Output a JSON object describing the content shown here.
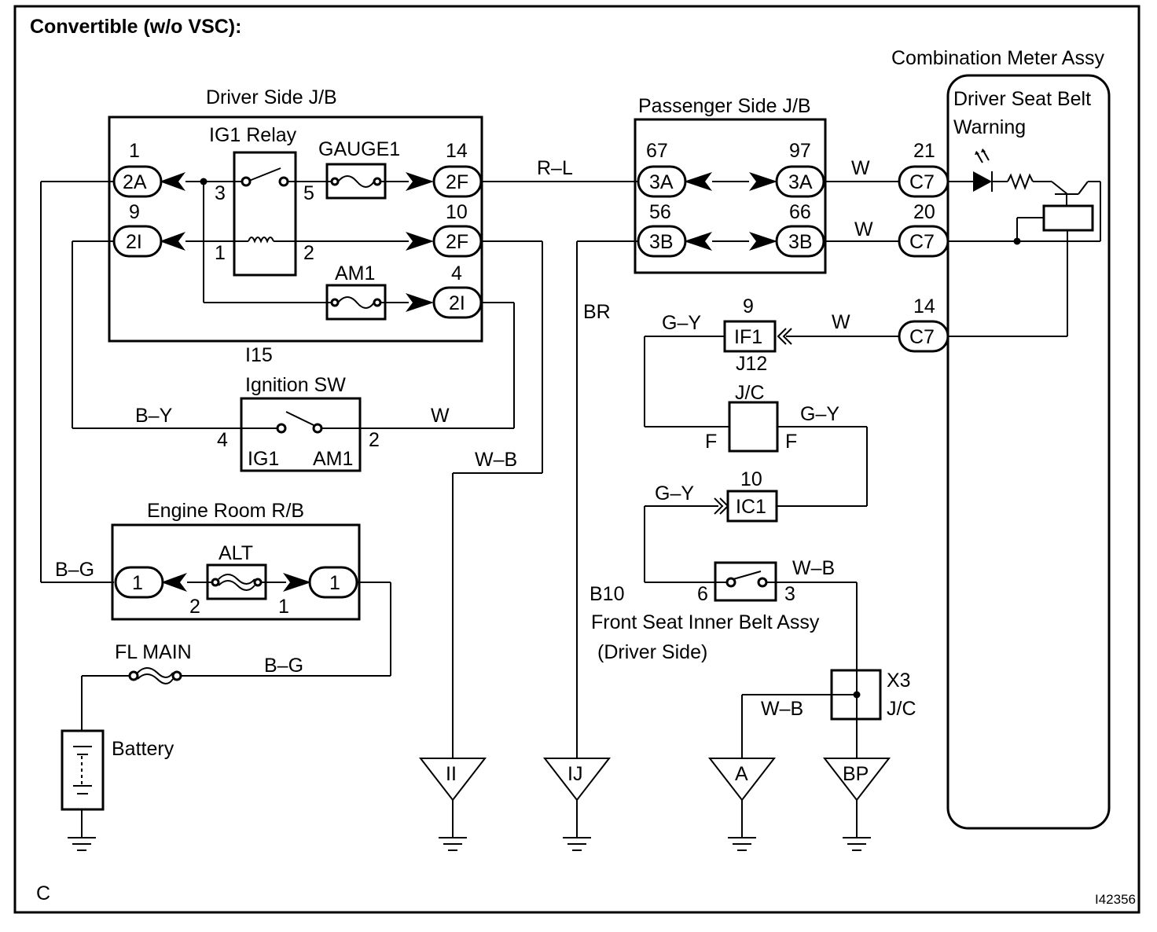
{
  "title": "Convertible (w/o VSC):",
  "corner_label": "C",
  "figure_id": "I42356",
  "components": {
    "driver_jb": "Driver Side J/B",
    "ig1_relay": "IG1 Relay",
    "gauge1": "GAUGE1",
    "am1_fuse": "AM1",
    "passenger_jb": "Passenger Side J/B",
    "combination_meter": "Combination Meter Assy",
    "warning_line1": "Driver Seat Belt",
    "warning_line2": "Warning",
    "i15": "I15",
    "ignition_sw": "Ignition SW",
    "ig1_contact": "IG1",
    "am1_contact": "AM1",
    "engine_room_rb": "Engine Room R/B",
    "alt": "ALT",
    "fl_main": "FL MAIN",
    "battery": "Battery",
    "jc_top": "J/C",
    "j12": "J12",
    "b10": "B10",
    "front_seat_belt_line1": "Front Seat Inner Belt Assy",
    "front_seat_belt_line2": "(Driver Side)",
    "x3": "X3",
    "jc_bottom": "J/C"
  },
  "connectors": {
    "c_2a": "2A",
    "c_2i_left": "2I",
    "c_2f_top": "2F",
    "c_2f_mid": "2F",
    "c_2i_right": "2I",
    "c_3a_left": "3A",
    "c_3a_right": "3A",
    "c_3b_left": "3B",
    "c_3b_right": "3B",
    "c_c7_top": "C7",
    "c_c7_mid": "C7",
    "c_c7_bot": "C7",
    "c_1_left": "1",
    "c_1_right": "1",
    "if1": "IF1",
    "ic1": "IC1"
  },
  "pins": {
    "p_2a": "1",
    "p_2i": "9",
    "p_2f_top": "14",
    "p_2f_mid": "10",
    "p_2i_right": "4",
    "relay_3": "3",
    "relay_5": "5",
    "relay_1": "1",
    "relay_2": "2",
    "p_3a_left": "67",
    "p_3a_right": "97",
    "p_3b_left": "56",
    "p_3b_right": "66",
    "p_c7_top": "21",
    "p_c7_mid": "20",
    "p_c7_bot": "14",
    "ign_4": "4",
    "ign_2": "2",
    "alt_2": "2",
    "alt_1": "1",
    "if1_pin": "9",
    "ic1_pin": "10",
    "jc_f_left": "F",
    "jc_f_right": "F",
    "belt_6": "6",
    "belt_3": "3"
  },
  "wire_colors": {
    "rl": "R–L",
    "w_top": "W",
    "w_mid": "W",
    "w_meter": "W",
    "by": "B–Y",
    "w_ign": "W",
    "wb_left": "W–B",
    "br": "BR",
    "bg_upper": "B–G",
    "bg_lower": "B–G",
    "gy_if1": "G–Y",
    "gy_jc": "G–Y",
    "gy_ic1": "G–Y",
    "wb_belt": "W–B",
    "wb_x3": "W–B"
  },
  "grounds": {
    "g_ii": "II",
    "g_ij": "IJ",
    "g_a": "A",
    "g_bp": "BP"
  }
}
